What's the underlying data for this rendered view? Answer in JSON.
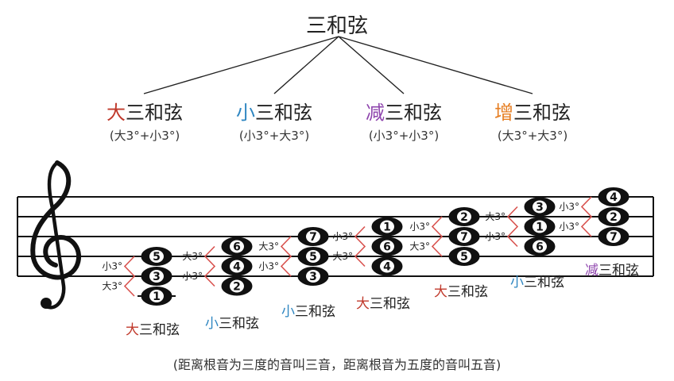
{
  "title": "三和弦",
  "types": [
    {
      "prefix": "大",
      "rest": "三和弦",
      "formula": "(大3°+小3°)",
      "color": "#c0392b"
    },
    {
      "prefix": "小",
      "rest": "三和弦",
      "formula": "(小3°+大3°)",
      "color": "#2e86c1"
    },
    {
      "prefix": "减",
      "rest": "三和弦",
      "formula": "(小3°+小3°)",
      "color": "#8e44ad"
    },
    {
      "prefix": "增",
      "rest": "三和弦",
      "formula": "(大3°+大3°)",
      "color": "#e67e22"
    }
  ],
  "intervals": {
    "major": "大3°",
    "minor": "小3°"
  },
  "chords": [
    {
      "notes": [
        "1",
        "3",
        "5"
      ],
      "lower": "大3°",
      "upper": "小3°",
      "prefix": "大",
      "rest": "三和弦"
    },
    {
      "notes": [
        "2",
        "4",
        "6"
      ],
      "lower": "小3°",
      "upper": "大3°",
      "prefix": "小",
      "rest": "三和弦"
    },
    {
      "notes": [
        "3",
        "5",
        "7"
      ],
      "lower": "小3°",
      "upper": "大3°",
      "prefix": "小",
      "rest": "三和弦"
    },
    {
      "notes": [
        "4",
        "6",
        "1"
      ],
      "lower": "大3°",
      "upper": "小3°",
      "prefix": "大",
      "rest": "三和弦"
    },
    {
      "notes": [
        "5",
        "7",
        "2"
      ],
      "lower": "大3°",
      "upper": "小3°",
      "prefix": "大",
      "rest": "三和弦"
    },
    {
      "notes": [
        "6",
        "1",
        "3"
      ],
      "lower": "小3°",
      "upper": "大3°",
      "prefix": "小",
      "rest": "三和弦"
    },
    {
      "notes": [
        "7",
        "2",
        "4"
      ],
      "lower": "小3°",
      "upper": "小3°",
      "prefix": "减",
      "rest": "三和弦"
    }
  ],
  "footer": "(距离根音为三度的音叫三音，距离根音为五度的音叫五音)",
  "colors": {
    "major": "#c0392b",
    "minor": "#2e86c1",
    "diminished": "#8e44ad",
    "augmented": "#e67e22",
    "bracket": "#d9534f"
  }
}
